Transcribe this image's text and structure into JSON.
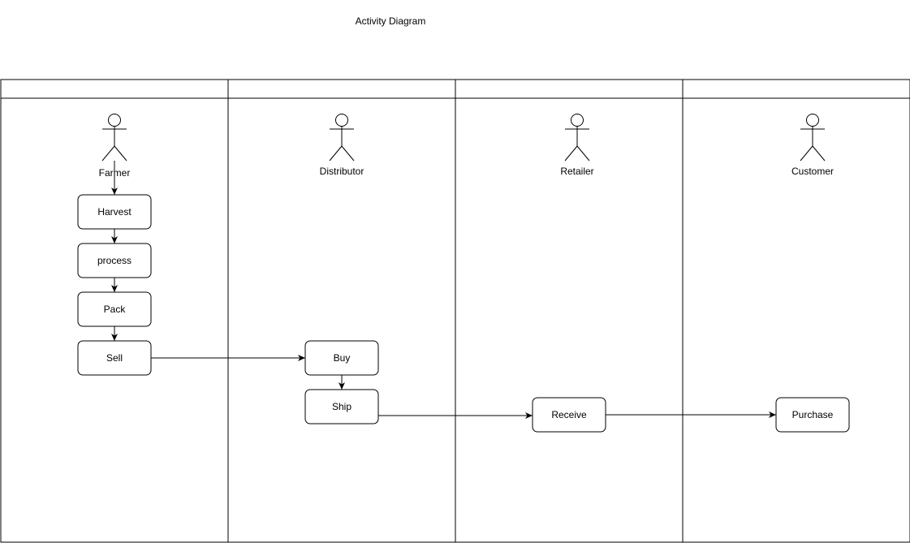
{
  "diagram": {
    "title": "Activity Diagram",
    "lanes": [
      {
        "id": "farmer",
        "header": ""
      },
      {
        "id": "distributor",
        "header": ""
      },
      {
        "id": "retailer",
        "header": ""
      },
      {
        "id": "customer",
        "header": ""
      }
    ],
    "actors": [
      {
        "id": "farmer",
        "label": "Farmer"
      },
      {
        "id": "distributor",
        "label": "Distributor"
      },
      {
        "id": "retailer",
        "label": "Retailer"
      },
      {
        "id": "customer",
        "label": "Customer"
      }
    ],
    "activities": [
      {
        "id": "harvest",
        "label": "Harvest"
      },
      {
        "id": "process",
        "label": "process"
      },
      {
        "id": "pack",
        "label": "Pack"
      },
      {
        "id": "sell",
        "label": "Sell"
      },
      {
        "id": "buy",
        "label": "Buy"
      },
      {
        "id": "ship",
        "label": "Ship"
      },
      {
        "id": "receive",
        "label": "Receive"
      },
      {
        "id": "purchase",
        "label": "Purchase"
      }
    ],
    "flows": [
      {
        "from": "actor-farmer",
        "to": "harvest"
      },
      {
        "from": "harvest",
        "to": "process"
      },
      {
        "from": "process",
        "to": "pack"
      },
      {
        "from": "pack",
        "to": "sell"
      },
      {
        "from": "sell",
        "to": "buy"
      },
      {
        "from": "buy",
        "to": "ship"
      },
      {
        "from": "ship",
        "to": "receive"
      },
      {
        "from": "receive",
        "to": "purchase"
      }
    ]
  }
}
